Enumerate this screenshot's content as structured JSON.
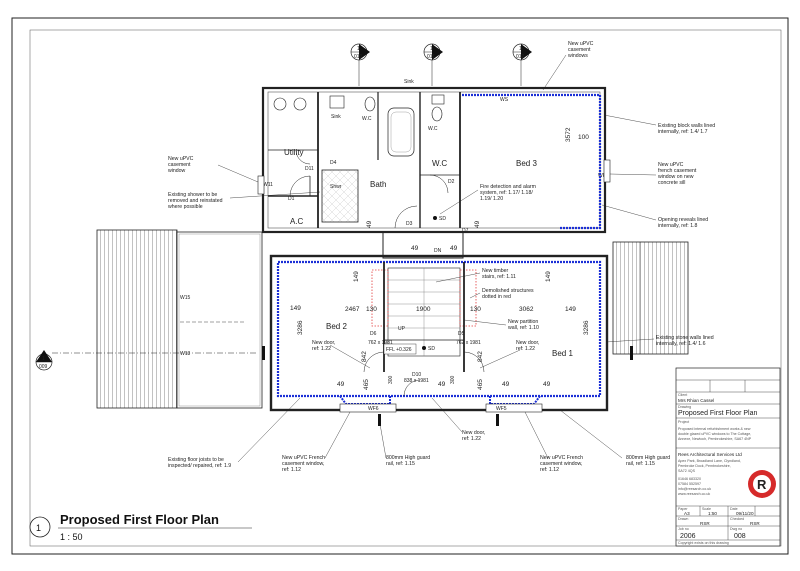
{
  "drawing": {
    "title": "Proposed First Floor Plan",
    "scale": "1 : 50",
    "view_number": "1"
  },
  "rooms": {
    "utility": "Utility",
    "bath": "Bath",
    "wc": "W.C",
    "bed3": "Bed 3",
    "ac": "A.C",
    "bed2": "Bed 2",
    "bed1": "Bed 1"
  },
  "callouts": [
    {
      "number": "1",
      "ref": "010"
    },
    {
      "number": "1",
      "ref": "011"
    },
    {
      "number": "1",
      "ref": "012"
    },
    {
      "number": "1",
      "ref": "009"
    }
  ],
  "annotations": {
    "upvc_casement_top": [
      "New uPVC",
      "casement",
      "windows"
    ],
    "block_walls": [
      "Existing block walls lined",
      "internally, ref: 1.4/ 1.7"
    ],
    "upvc_french_bed3": [
      "New uPVC",
      "french casement",
      "window on new",
      "concrete sill"
    ],
    "opening_reveals": [
      "Opening reveals lined",
      "internally, ref: 1.8"
    ],
    "upvc_casement_left": [
      "New uPVC",
      "casement",
      "window"
    ],
    "shower": [
      "Existing shower to be",
      "removed and reinstated",
      "where possible"
    ],
    "fire_detection": [
      "Fire detection and alarm",
      "system, ref: 1.17/ 1.18/",
      "1.19/ 1.20"
    ],
    "timber_stairs": [
      "New timber",
      "stairs, ref: 1.11"
    ],
    "demolished": [
      "Demolished structures",
      "dotted in red"
    ],
    "partition": [
      "New partition",
      "wall, ref: 1.10"
    ],
    "door_left": [
      "New door,",
      "ref: 1.22"
    ],
    "door_right": [
      "New door,",
      "ref: 1.22"
    ],
    "stone_walls": [
      "Existing stone walls lined",
      "internally, ref: 1.4/ 1.6"
    ],
    "door_bottom": [
      "New door,",
      "ref: 1.22"
    ],
    "floor_joists": [
      "Existing floor joists to be",
      "inspected/ repaired, ref: 1.9"
    ],
    "french_left": [
      "New uPVC French",
      "casement window,",
      "ref: 1.12"
    ],
    "guard_left": [
      "800mm High guard",
      "rail, ref: 1.15"
    ],
    "french_right": [
      "New uPVC French",
      "casement window,",
      "ref: 1.12"
    ],
    "guard_right": [
      "800mm High guard",
      "rail, ref: 1.15"
    ]
  },
  "dimensions": {
    "bed3_height": "3572",
    "bed3_width": "100",
    "bath_wall": "49",
    "wc_wall": "49",
    "landing_left": "49",
    "landing_right": "49",
    "bed2_width": "2467",
    "bed2_left": "149",
    "bed2_height": "3286",
    "bed2_right": "130",
    "bed2_top": "149",
    "stairs": "1900",
    "bed1_left": "130",
    "bed1_width": "3062",
    "bed1_right": "149",
    "bed1_height": "3286",
    "bed1_top": "149",
    "left_842": "842",
    "right_842": "842",
    "b1": "49",
    "b2": "465",
    "b3": "49",
    "b4": "465",
    "b5": "49",
    "b6": "49",
    "b7": "300",
    "b8": "300"
  },
  "tags": {
    "w15": "W15",
    "w13": "W13",
    "w11": "W11",
    "w12": "W12",
    "d6": "D6",
    "d5": "D5",
    "d7": "D7",
    "d8": "D8",
    "d9": "D9",
    "d10": "D10",
    "d11": "D11",
    "d4": "D4",
    "d2": "D2",
    "d3": "D3",
    "d1": "D1",
    "wf1": "WF1",
    "wf6": "WF6",
    "wf5": "WF5",
    "ws": "WS",
    "ffl": "FFL +0.326",
    "sd1": "SD",
    "sd2": "SD",
    "sink1": "Sink",
    "sink2": "Sink",
    "wc1": "W.C",
    "wc2": "W.C",
    "shwr": "Shwr",
    "up": "UP",
    "dn": "DN",
    "door_sizes_l": "762 x 1981",
    "door_sizes_r": "762 x 1981",
    "door_sizes_b": "838 x 1981"
  },
  "title_block": {
    "client_label": "Client",
    "client": "Mrs Rhian Cassel",
    "drawing_label": "Drawing",
    "drawing": "Proposed First Floor Plan",
    "project_label": "Project",
    "project": [
      "Proposed internal refurbishment works & new",
      "double glazed uPVC windows to The Cottage,",
      "Annexe, Newtoch, Pembrokeshire, SA67 4NP"
    ],
    "company": "Rees Architectural Services Ltd",
    "address": [
      "Apex Park, Broadland Lane, Clyndland,",
      "Pembroke Dock, Pembrokeshire,",
      "SA72 4QS"
    ],
    "tel": "01646 683320",
    "mobile": "07584 552597",
    "email": "info@reesarch.co.uk",
    "web": "www.reesarch.co.uk",
    "paper_label": "Paper",
    "paper": "A3",
    "scale_label": "Scale",
    "scale": "1:50",
    "date_label": "Date",
    "date": "09/11/20",
    "drawn_label": "Drawn",
    "drawn": "RSR",
    "checked_label": "Checked",
    "checked": "RSR",
    "job_label": "Job no",
    "job": "2006",
    "dwg_label": "Dwg no",
    "dwg": "008",
    "copyright": "Copyright exists on this drawing"
  },
  "colors": {
    "lining": "#1b2fd6",
    "demolished": "#e23b3b",
    "logo": "#d62a2a",
    "line": "#222222"
  }
}
